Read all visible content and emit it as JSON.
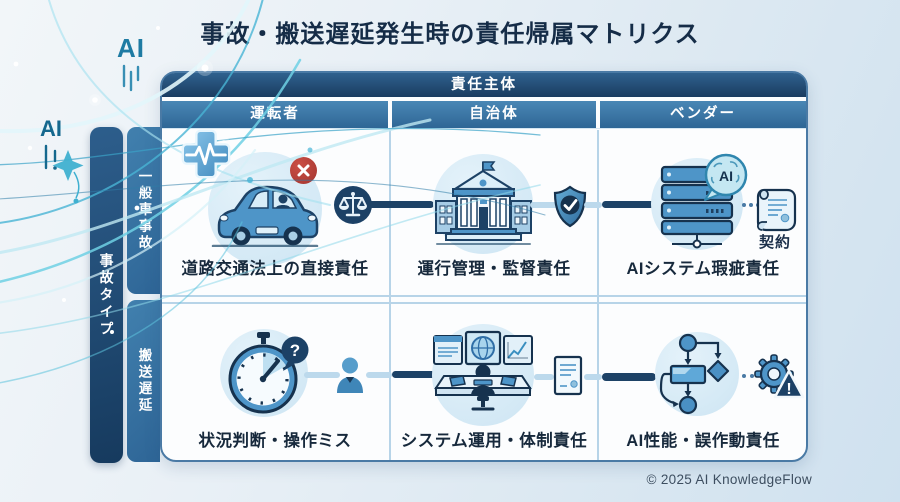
{
  "title": "事故・搬送遅延発生時の責任帰属マトリクス",
  "matrix": {
    "column_axis_header": "責任主体",
    "row_axis_header": "事故タイプ",
    "columns": [
      "運転者",
      "自治体",
      "ベンダー"
    ],
    "rows": [
      "一般車事故",
      "搬送遅延"
    ],
    "cells": {
      "r0c0": "道路交通法上の直接責任",
      "r0c1": "運行管理・監督責任",
      "r0c2": "AIシステム瑕疵責任",
      "r1c0": "状況判断・操作ミス",
      "r1c1": "システム運用・体制責任",
      "r1c2": "AI性能・誤作動責任"
    },
    "contract_tag": "契約"
  },
  "icons": {
    "ai_chip_label": "AI",
    "question_mark": "?",
    "warning_mark": "!"
  },
  "decor": {
    "ai_label_top": "AI",
    "ai_label_left": "AI"
  },
  "footer": {
    "copyright": "© 2025 AI KnowledgeFlow"
  },
  "colors": {
    "header_navy": "#1a3c60",
    "mid_blue": "#3a78a9",
    "icon_blue": "#4e95c8",
    "light_circle": "#d5e9f5",
    "cell_border": "#b7d4e8",
    "red_badge": "#b5413d",
    "teal_glow": "#56c3dd"
  }
}
